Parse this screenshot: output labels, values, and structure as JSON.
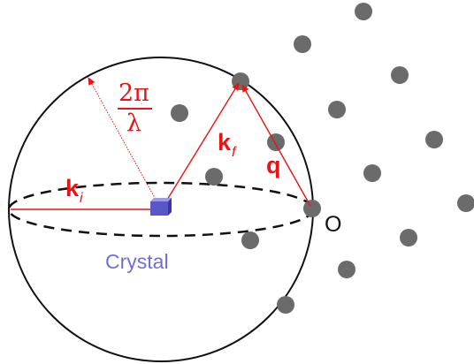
{
  "labels": {
    "radius_numerator": "2π",
    "radius_denominator": "λ",
    "k_f_main": "k",
    "k_f_sub": "f",
    "k_i_main": "k",
    "k_i_sub": "i",
    "q": "q",
    "origin": "O",
    "crystal": "Crystal"
  },
  "colors": {
    "vector": "#ee1111",
    "sphere": "#111111",
    "lattice_point": "#6b6b6b",
    "crystal_label": "#6f6fdc",
    "crystal_cube": "#5a56c8"
  }
}
